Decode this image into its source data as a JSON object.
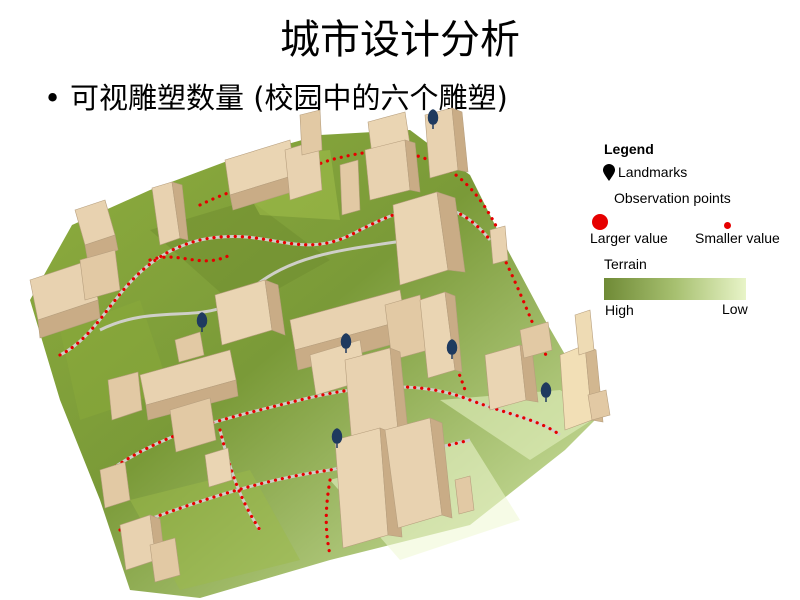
{
  "slide": {
    "title": "城市设计分析",
    "bullet": "可视雕塑数量 (校园中的六个雕塑)"
  },
  "legend": {
    "title": "Legend",
    "landmarks": "Landmarks",
    "observation_points": "Observation points",
    "larger_value": "Larger value",
    "smaller_value": "Smaller value",
    "terrain": "Terrain",
    "high": "High",
    "low": "Low"
  },
  "colors": {
    "terrain_high": "#6f8a36",
    "terrain_low": "#e8f4c8",
    "observation_point": "#e60000",
    "landmark": "#1f3a5f",
    "building": "#e2c9a4",
    "road": "#cfcfc8"
  },
  "icons": {
    "landmark": "map-pin-icon",
    "bullet": "bullet-dot"
  }
}
